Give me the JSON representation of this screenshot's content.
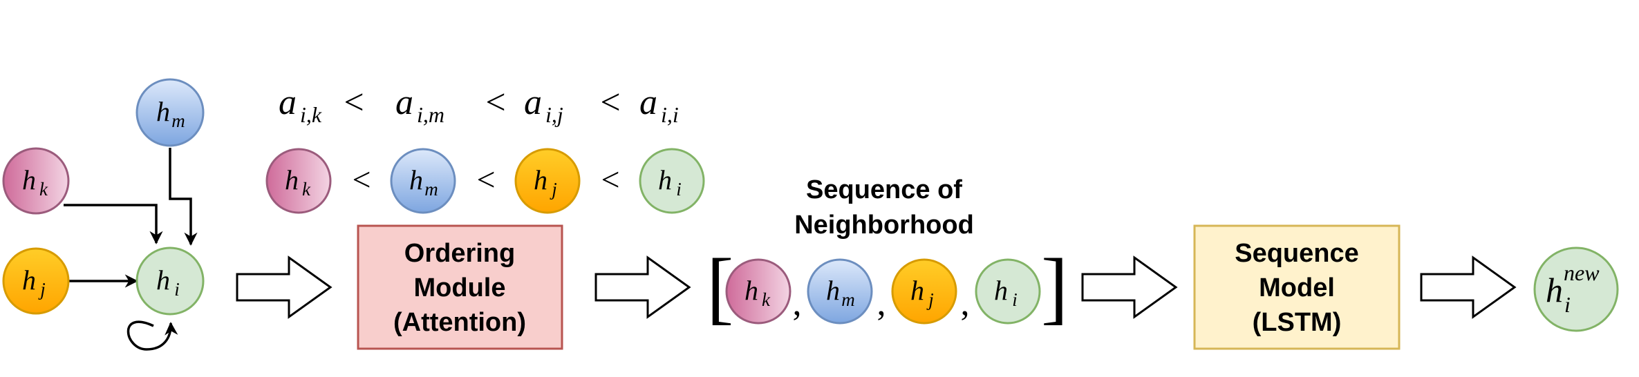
{
  "colors": {
    "pink_fill": "#e6a4c2",
    "pink_stroke": "#9b5b7c",
    "blue_fill": "#c6d8f3",
    "blue_stroke": "#6c8ebf",
    "orange_fill": "#ffcd28",
    "orange_stroke": "#d79b00",
    "green_fill": "#d5e8d4",
    "green_stroke": "#82b366",
    "ordering_fill": "#f8cecc",
    "ordering_stroke": "#b85450",
    "lstm_fill": "#fff2cc",
    "lstm_stroke": "#d6b656"
  },
  "nodes": {
    "k": {
      "base": "h",
      "sub": "k"
    },
    "m": {
      "base": "h",
      "sub": "m"
    },
    "j": {
      "base": "h",
      "sub": "j"
    },
    "i": {
      "base": "h",
      "sub": "i"
    },
    "out": {
      "base": "h",
      "sub": "i",
      "sup": "new"
    }
  },
  "inequality": {
    "terms": [
      {
        "base": "a",
        "sub": "i,k"
      },
      {
        "base": "a",
        "sub": "i,m"
      },
      {
        "base": "a",
        "sub": "i,j"
      },
      {
        "base": "a",
        "sub": "i,i"
      }
    ],
    "op": "<"
  },
  "node_ordering": {
    "op": "<"
  },
  "sequence": {
    "title_line1": "Sequence of",
    "title_line2": "Neighborhood",
    "open": "[",
    "close": "]",
    "sep": ","
  },
  "ordering_module": {
    "line1": "Ordering",
    "line2": "Module",
    "line3": "(Attention)"
  },
  "sequence_model": {
    "line1": "Sequence",
    "line2": "Model",
    "line3": "(LSTM)"
  }
}
